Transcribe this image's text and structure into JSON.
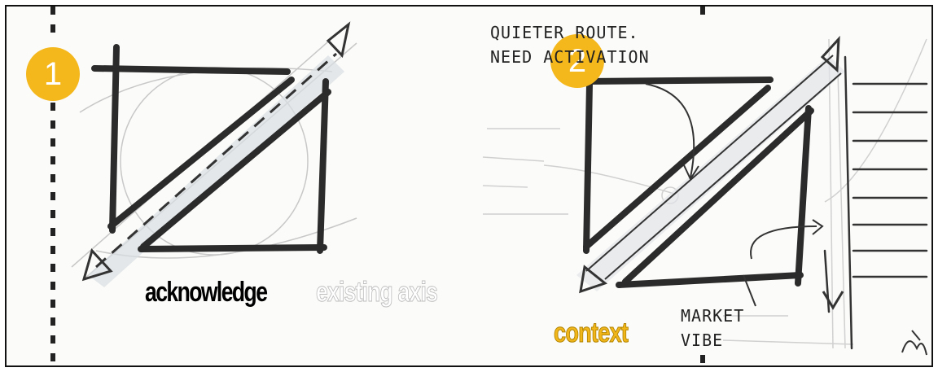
{
  "panel1": {
    "badge": "1",
    "caption_dark": "acknowledge",
    "caption_light": "existing axis"
  },
  "panel2": {
    "badge": "2",
    "caption": "context",
    "note_top_line1": "QUIETER ROUTE.",
    "note_top_line2": "NEED ACTIVATION",
    "note_market_line1": "MARKET",
    "note_market_line2": "VIBE"
  },
  "colors": {
    "badge": "#f4b71c",
    "ink": "#2b2b2b",
    "accent_caption": "#f1b619"
  }
}
